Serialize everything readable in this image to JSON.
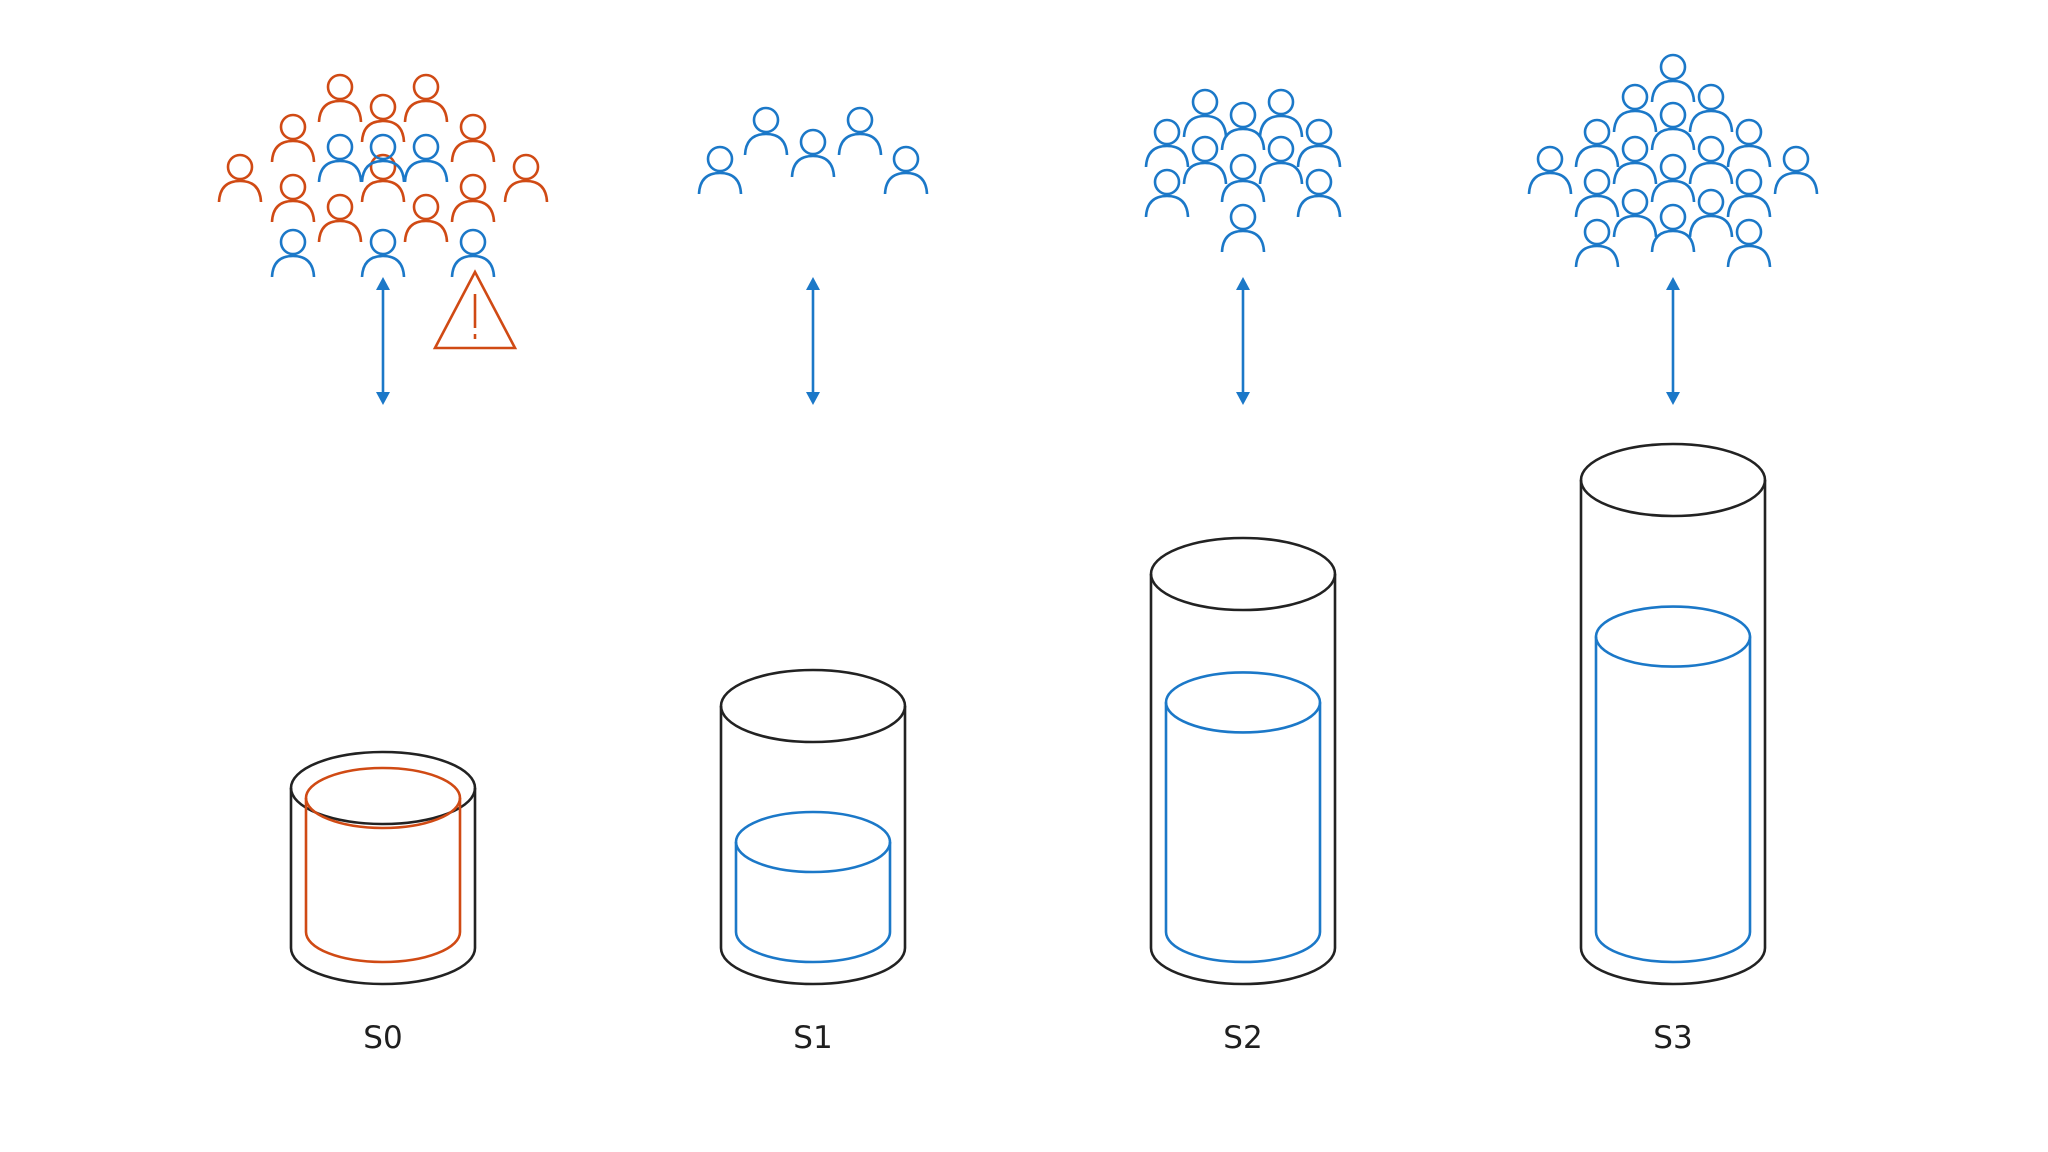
{
  "colors": {
    "outline": "#222222",
    "normal": "#1b78c8",
    "overload": "#d04a14",
    "background": "#ffffff"
  },
  "icons": {
    "user": "person-icon",
    "arrow": "double-arrow-icon",
    "warning": "warning-triangle-icon"
  },
  "tiers": [
    {
      "label": "S0",
      "capacity": 1,
      "usage": 1.0,
      "users": 18,
      "overloaded": true,
      "users_over_limit": 12
    },
    {
      "label": "S1",
      "capacity": 2,
      "usage": 0.4,
      "users": 5,
      "overloaded": false,
      "users_over_limit": 0
    },
    {
      "label": "S2",
      "capacity": 3,
      "usage": 0.7,
      "users": 11,
      "overloaded": false,
      "users_over_limit": 0
    },
    {
      "label": "S3",
      "capacity": 4,
      "usage": 0.7,
      "users": 18,
      "overloaded": false,
      "users_over_limit": 0
    }
  ]
}
